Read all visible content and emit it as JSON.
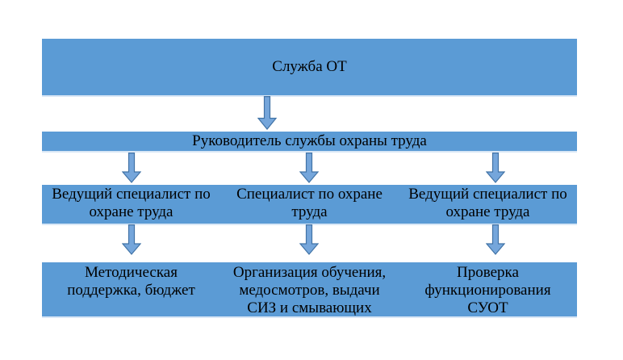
{
  "colors": {
    "background": "#ffffff",
    "band_fill": "#5b9bd5",
    "arrow_fill": "#75a6db",
    "arrow_stroke": "#4173a6",
    "text": "#000000"
  },
  "levels": {
    "l1": "Служба ОТ",
    "l2": "Руководитель службы охраны труда",
    "l3": [
      "Ведущий специалист по\nохране труда",
      "Специалист по охране\nтруда",
      "Ведущий специалист по\nохране труда"
    ],
    "l4": [
      "Методическая\nподдержка, бюджет",
      "Организация обучения,\nмедосмотров, выдачи\nСИЗ и смывающих",
      "Проверка\nфункционирования\nСУОТ"
    ]
  }
}
